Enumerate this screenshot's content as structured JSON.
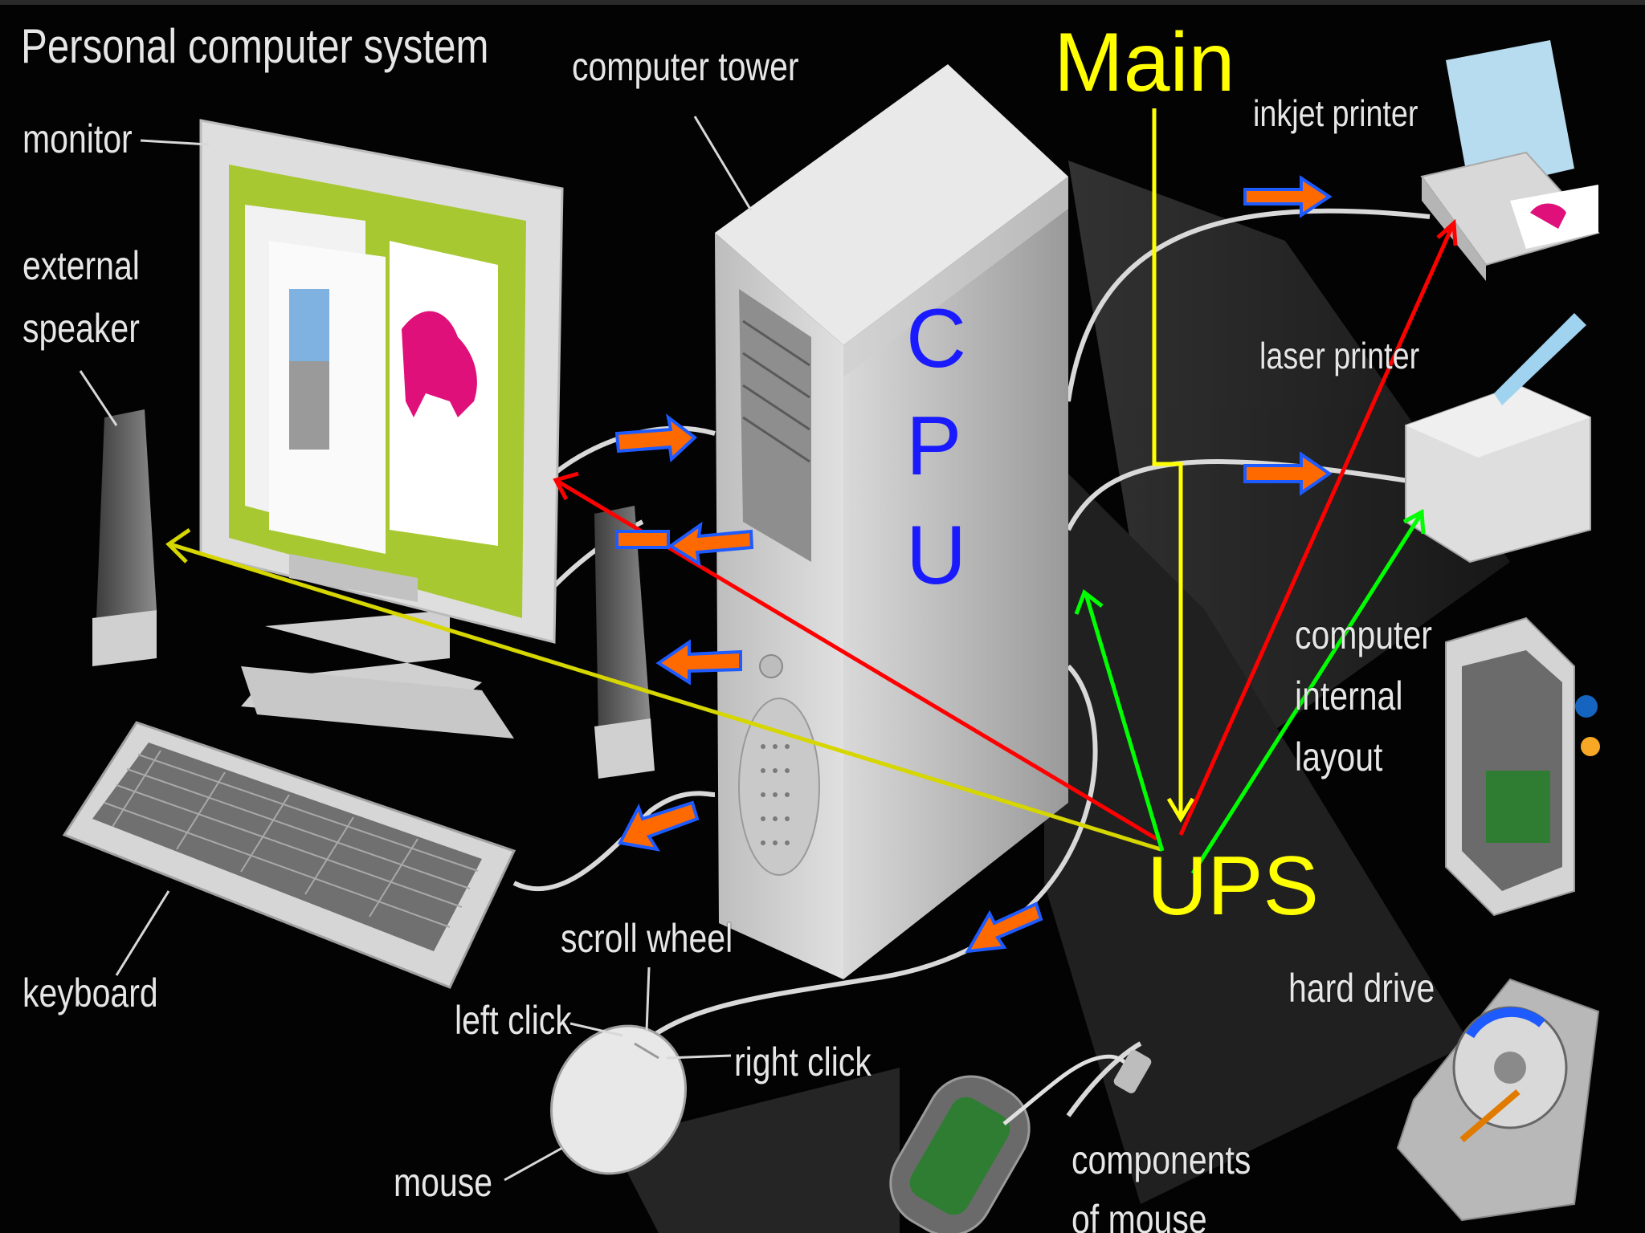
{
  "title": "Personal computer system",
  "component_labels": {
    "monitor": "monitor",
    "computer_tower": "computer tower",
    "external_speaker_line1": "external",
    "external_speaker_line2": "speaker",
    "inkjet_printer": "inkjet printer",
    "laser_printer": "laser printer",
    "computer_internal_layout_line1": "computer",
    "computer_internal_layout_line2": "internal",
    "computer_internal_layout_line3": "layout",
    "keyboard": "keyboard",
    "scroll_wheel": "scroll wheel",
    "left_click": "left click",
    "right_click": "right click",
    "mouse": "mouse",
    "components_of_mouse_line1": "components",
    "components_of_mouse_line2": "of mouse",
    "hard_drive": "hard drive"
  },
  "annotations": {
    "main": "Main",
    "cpu": [
      "C",
      "P",
      "U"
    ],
    "ups": "UPS"
  },
  "colors": {
    "background": "#030303",
    "label_text": "#e6e6e6",
    "main_and_ups_text": "#ffff00",
    "cpu_text": "#1a1aff",
    "main_line": "#ffff00",
    "red_arrows": "#ff0000",
    "green_arrows": "#00ff00",
    "yellow_arrow": "#d6d600",
    "block_arrow_fill": "#ff6a00",
    "block_arrow_outline": "#1e5bff"
  }
}
